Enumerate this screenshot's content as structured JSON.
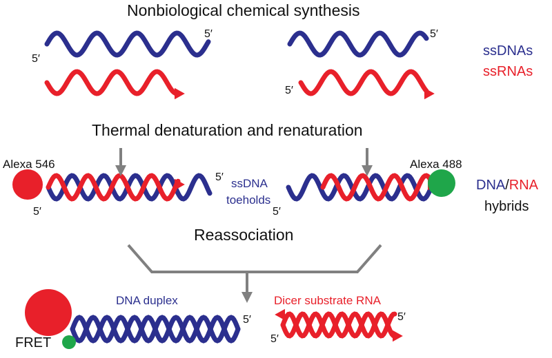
{
  "titles": {
    "synthesis": "Nonbiological chemical synthesis",
    "thermal": "Thermal denaturation and renaturation",
    "reassociation": "Reassociation"
  },
  "legend": {
    "ssdnas": "ssDNAs",
    "ssrnas": "ssRNAs"
  },
  "hybrid_label": {
    "dna": "DNA",
    "slash": "/",
    "rna": "RNA",
    "hybrids": "hybrids"
  },
  "labels": {
    "five_prime": "5′",
    "alexa546": "Alexa 546",
    "alexa488": "Alexa 488",
    "toeholds_line1": "ssDNA",
    "toeholds_line2": "toeholds",
    "dna_duplex": "DNA duplex",
    "dicer": "Dicer substrate RNA",
    "fret": "FRET"
  },
  "colors": {
    "dna": "#2b2f8e",
    "rna": "#e8202a",
    "alexa546": "#e8202a",
    "alexa488": "#1fa64a",
    "arrow": "#808080"
  }
}
